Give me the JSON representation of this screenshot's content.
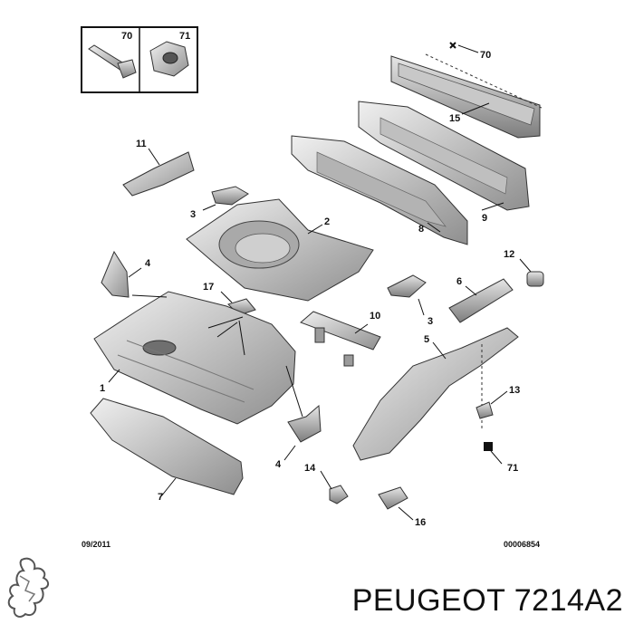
{
  "inset": {
    "left_label": "70",
    "right_label": "71"
  },
  "callouts": [
    "70",
    "15",
    "9",
    "8",
    "2",
    "11",
    "3",
    "12",
    "6",
    "4",
    "17",
    "10",
    "3",
    "5",
    "1",
    "13",
    "4",
    "14",
    "71",
    "7",
    "16"
  ],
  "footer": {
    "date_code": "09/2011",
    "ref_code": "00006854"
  },
  "brand": {
    "title": "PEUGEOT 7214A2",
    "logo": "peugeot-lion-logo"
  },
  "colors": {
    "part_fill": "#d9d9d9",
    "part_shadow": "#9a9a9a",
    "line": "#222222"
  }
}
